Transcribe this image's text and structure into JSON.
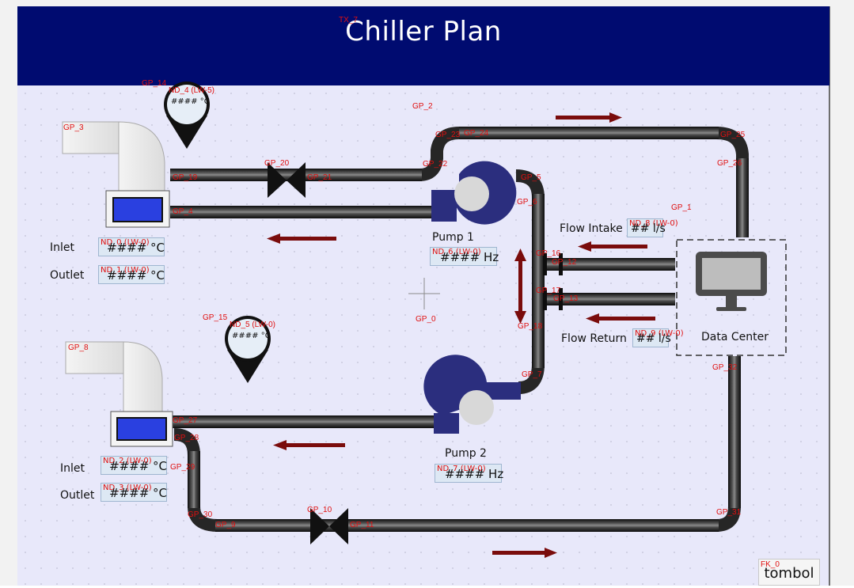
{
  "title": "Chiller Plan",
  "tags": {
    "tx7": "TX_7",
    "gp0": "GP_0",
    "gp1": "GP_1",
    "gp2": "GP_2",
    "gp3": "GP_3",
    "gp4": "GP_4",
    "gp5": "GP_5",
    "gp6": "GP_6",
    "gp7": "GP_7",
    "gp8": "GP_8",
    "gp9": "GP_9",
    "gp11": "GP_11",
    "gp12": "GP_12",
    "gp13": "GP_13",
    "gp14": "GP_14",
    "gp15": "GP_15",
    "gp16": "GP_16",
    "gp17": "GP_17",
    "gp18": "GP_18",
    "gp19": "GP_19",
    "gp21": "GP_21",
    "gp22": "GP_22",
    "gp23": "GP_23",
    "gp24": "GP_24",
    "gp25": "GP_25",
    "gp26": "GP_26",
    "gp27": "GP_27",
    "gp28": "GP_28",
    "gp29": "GP_29",
    "gp30": "GP_30",
    "gp31": "GP_31",
    "gp32": "GP_32",
    "gp10": "GP_10",
    "gp20": "GP_20",
    "fk0": "FK_0"
  },
  "gauges": {
    "g1": {
      "tag": "ND_4 (LW-5)",
      "value": "#### °C"
    },
    "g2": {
      "tag": "ND_5 (LW-0)",
      "value": "#### °C"
    }
  },
  "chiller1": {
    "inlet_label": "Inlet",
    "outlet_label": "Outlet",
    "inlet_value": "#### °C",
    "outlet_value": "#### °C",
    "inlet_tag": "ND_0 (LW-0)",
    "outlet_tag": "ND_1 (LW-0)"
  },
  "chiller2": {
    "inlet_label": "Inlet",
    "outlet_label": "Outlet",
    "inlet_value": "#### °C",
    "outlet_value": "#### °C",
    "inlet_tag": "ND_2 (LW-0)",
    "outlet_tag": "ND_3 (LW-0)"
  },
  "pump1": {
    "label": "Pump 1",
    "value": "#### Hz",
    "tag": "ND_6 (LW-0)"
  },
  "pump2": {
    "label": "Pump 2",
    "value": "#### Hz",
    "tag": "ND_7 (LW-0)"
  },
  "flow_intake": {
    "label": "Flow Intake",
    "value": "## l/s",
    "tag": "ND_8 (LW-0)"
  },
  "flow_return": {
    "label": "Flow Return",
    "value": "## l/s",
    "tag": "ND_9 (LW-0)"
  },
  "data_center": {
    "label": "Data Center"
  },
  "button": {
    "label": "tombol"
  },
  "colors": {
    "header": "#000b70",
    "pump": "#2b2e7e",
    "arrow": "#7a0c0c",
    "pipe": "#1a1a1a",
    "tag": "#e01010"
  }
}
